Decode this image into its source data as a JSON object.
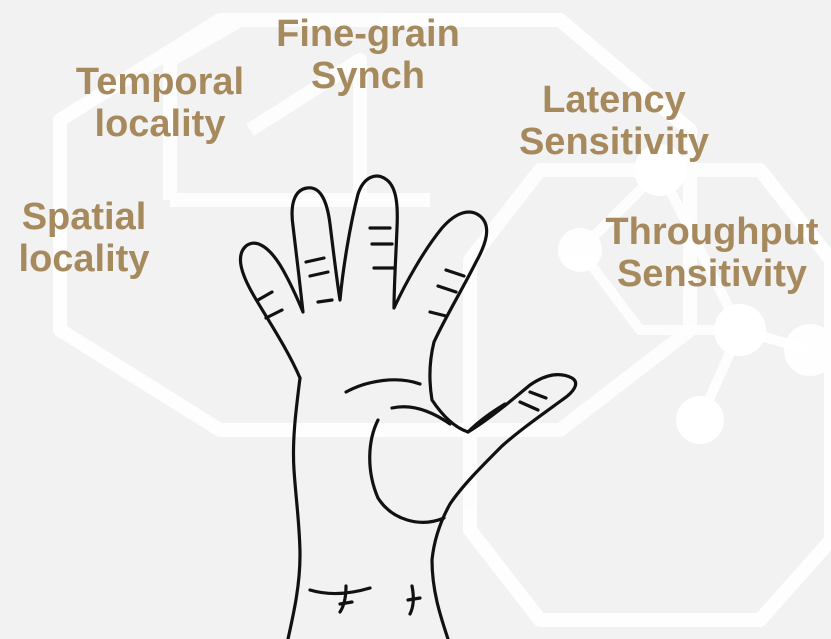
{
  "colors": {
    "background": "#f2f2f2",
    "label_text": "#a68a5e",
    "background_graphic": "#ffffff",
    "hand_stroke": "#111111"
  },
  "labels": {
    "temporal_locality": {
      "line1": "Temporal",
      "line2": "locality"
    },
    "fine_grain_synch": {
      "line1": "Fine-grain",
      "line2": "Synch"
    },
    "latency_sensitivity": {
      "line1": "Latency",
      "line2": "Sensitivity"
    },
    "spatial_locality": {
      "line1": "Spatial",
      "line2": "locality"
    },
    "throughput_sensitivity": {
      "line1": "Throughput",
      "line2": "Sensitivity"
    }
  },
  "illustration": {
    "subject": "hand-outline-illustration",
    "background": "faint-circuit-hexagon-graphic"
  }
}
